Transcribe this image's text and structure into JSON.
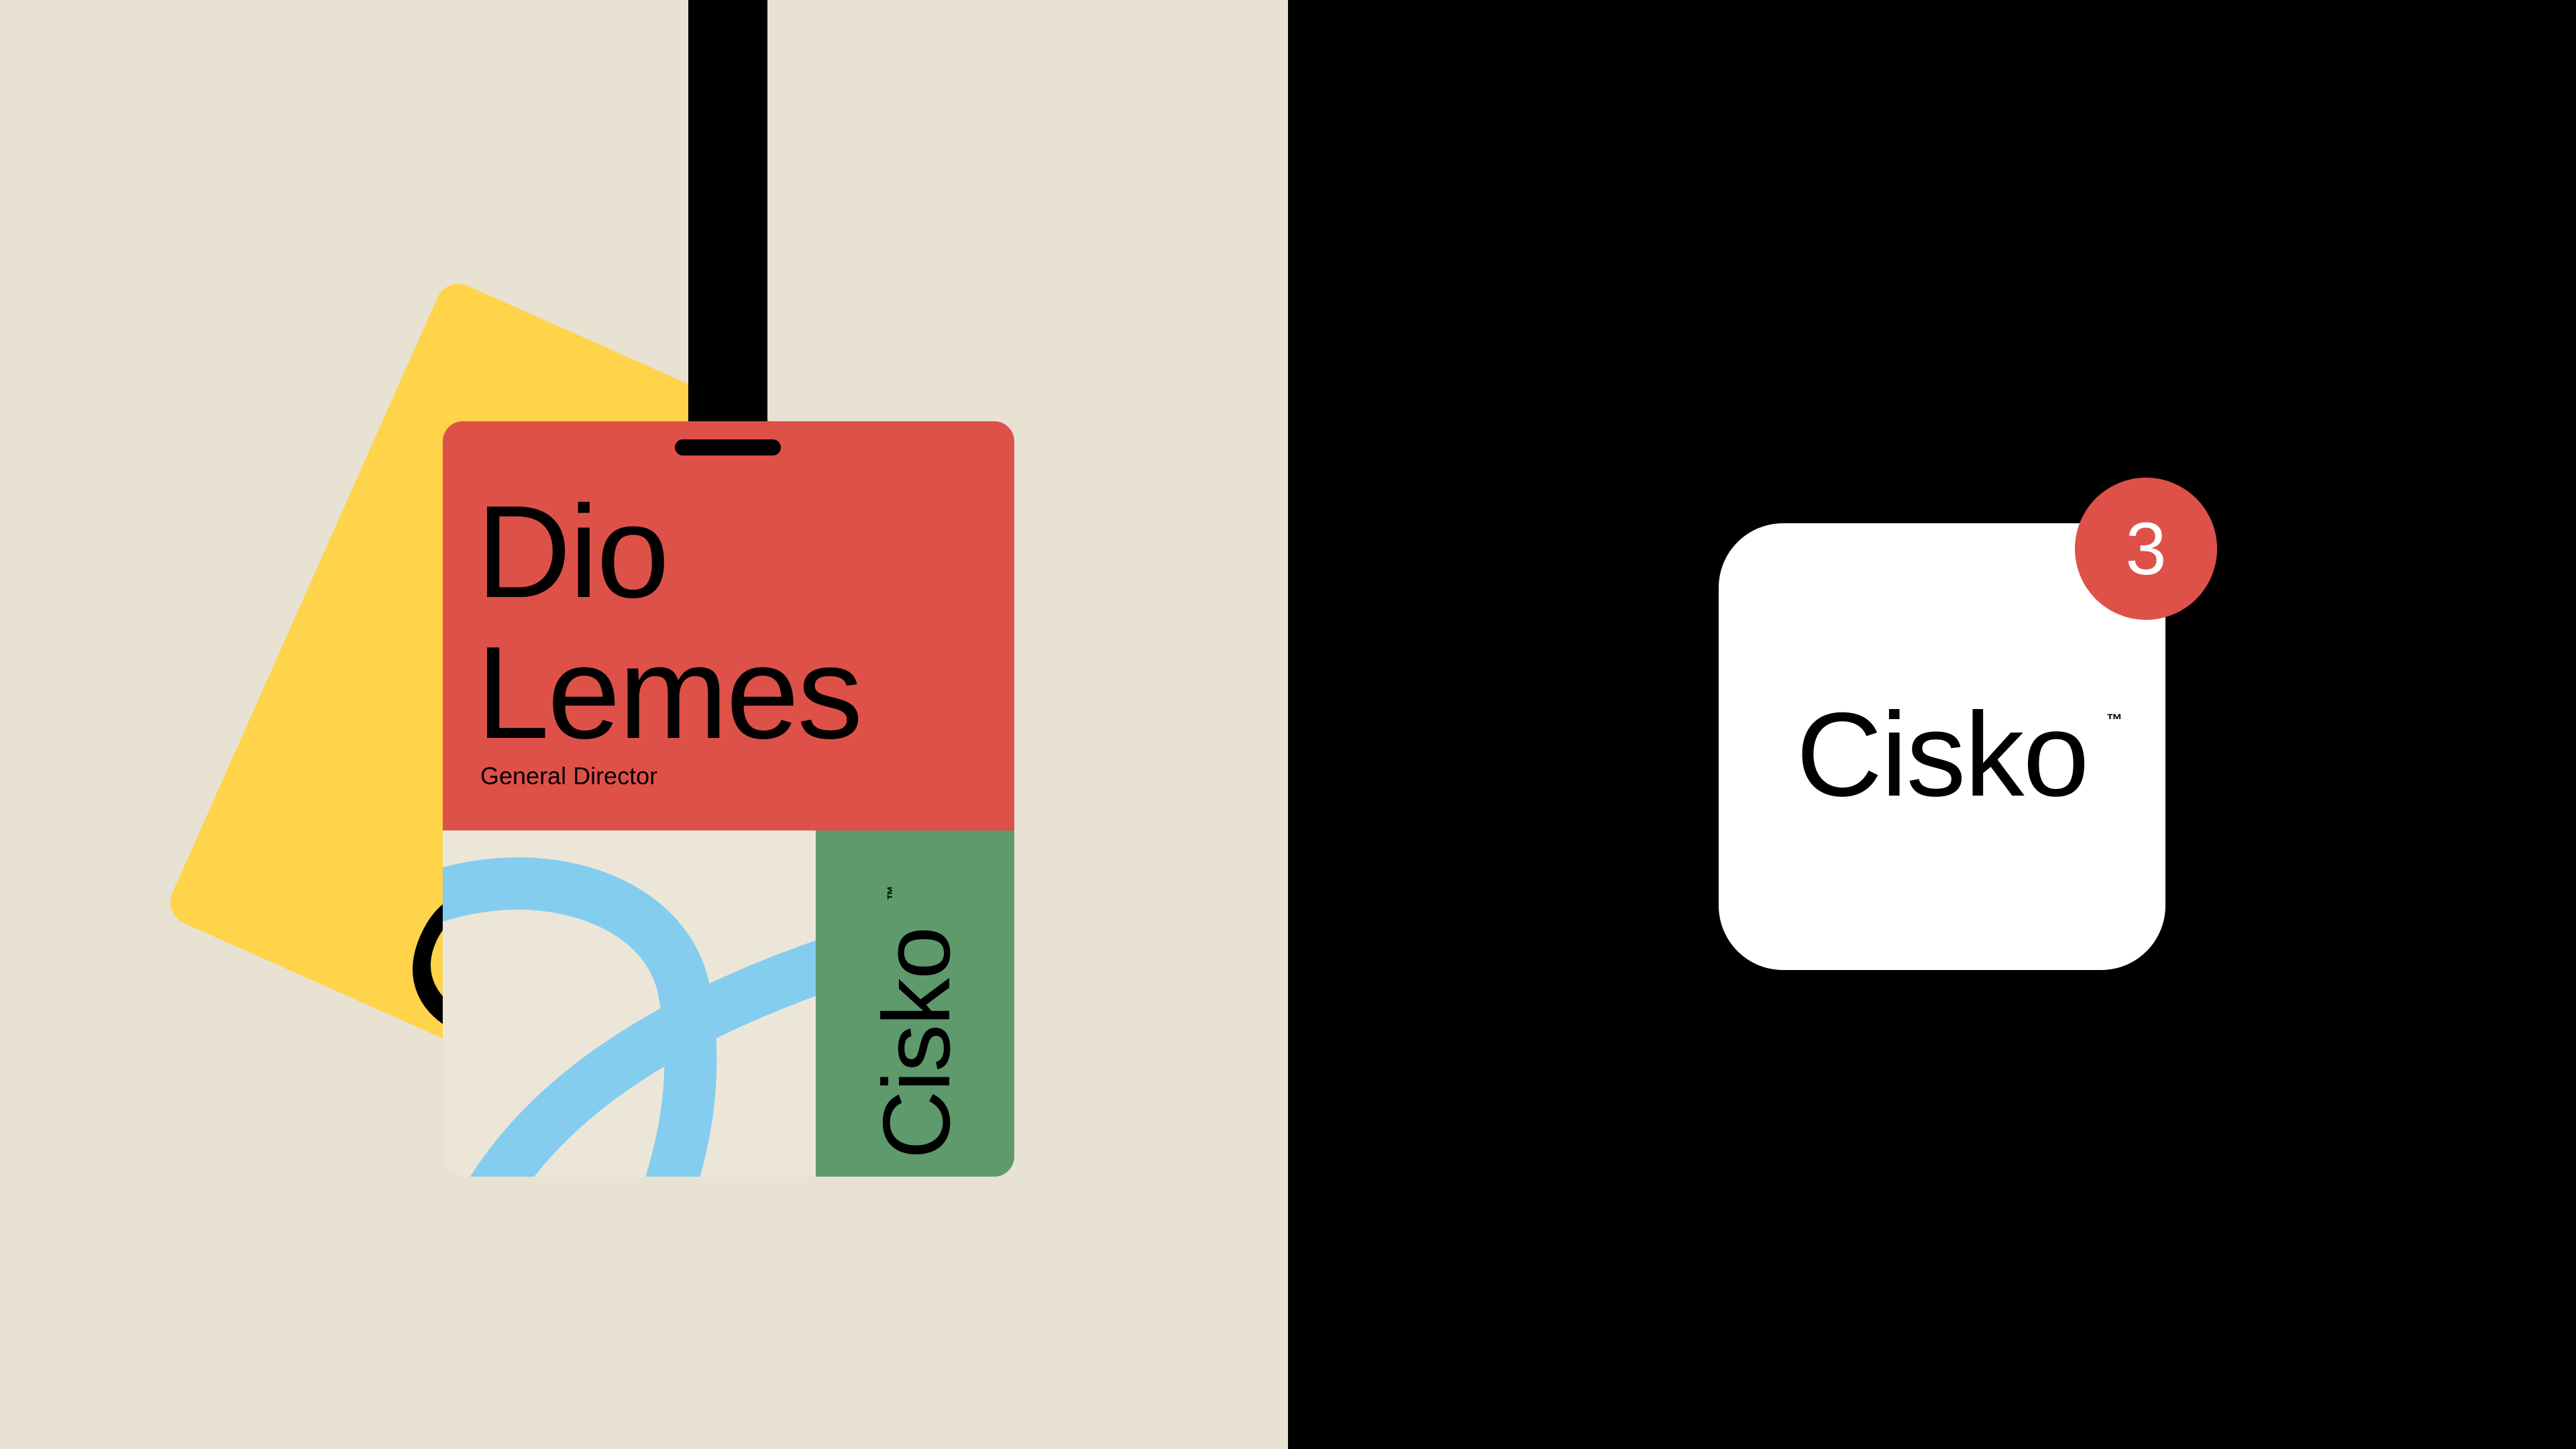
{
  "colors": {
    "left_background": "#E8E2D3",
    "right_background": "#000000",
    "yellow_card": "#FFD34A",
    "badge_red": "#DE5149",
    "badge_green": "#5E9A6C",
    "badge_blue_shape": "#84CDEE",
    "app_icon_bg": "#FFFFFF",
    "notification": "#DE5149"
  },
  "yellow_card": {
    "wordmark": "Cisko",
    "tm": "™"
  },
  "badge": {
    "first_name": "Dio",
    "last_name": "Lemes",
    "role": "General Director",
    "wordmark": "Cisko",
    "tm": "™"
  },
  "app_icon": {
    "wordmark": "Cisko",
    "tm": "™",
    "notification_count": "3"
  }
}
